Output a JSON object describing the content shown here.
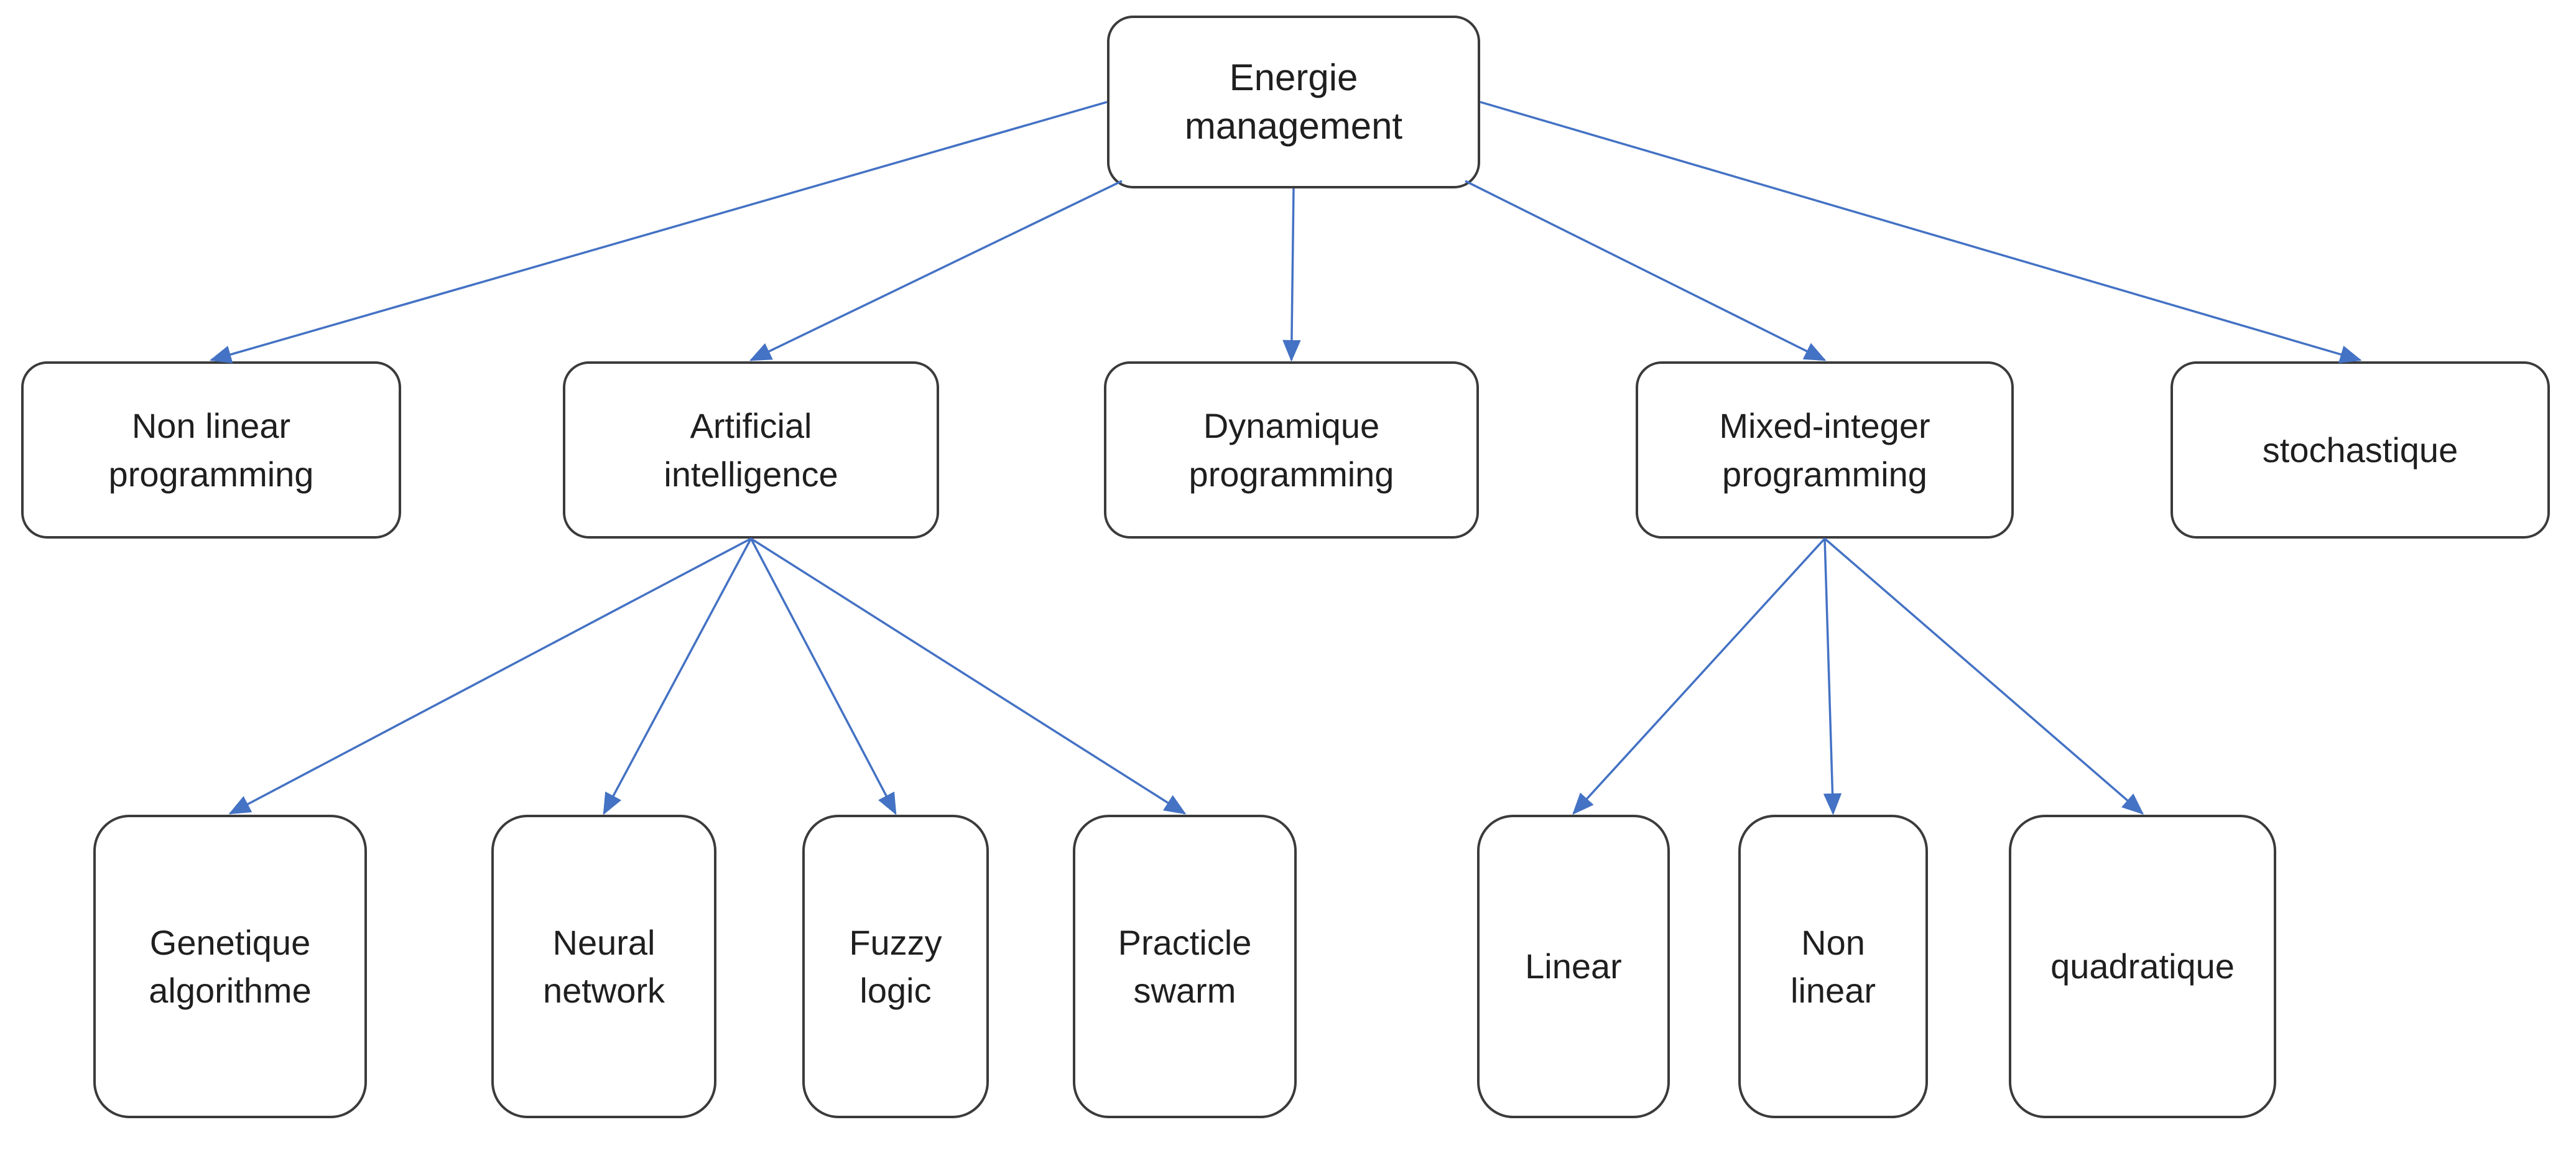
{
  "colors": {
    "arrow": "#4472C4",
    "box_border": "#3b3b3b",
    "box_fill": "#ffffff",
    "text": "#1f1f1f",
    "background": "#ffffff"
  },
  "nodes": {
    "root": {
      "id": "root",
      "label": "Energie\nmanagement"
    },
    "level2": [
      {
        "id": "nlp",
        "label": "Non linear\nprogramming"
      },
      {
        "id": "ai",
        "label": "Artificial\nintelligence"
      },
      {
        "id": "dyn",
        "label": "Dynamique\nprogramming"
      },
      {
        "id": "mip",
        "label": "Mixed-integer\nprogramming"
      },
      {
        "id": "sto",
        "label": "stochastique"
      }
    ],
    "level3": [
      {
        "id": "gen",
        "label": "Genetique\nalgorithme"
      },
      {
        "id": "neu",
        "label": "Neural\nnetwork"
      },
      {
        "id": "fuz",
        "label": "Fuzzy\nlogic"
      },
      {
        "id": "psw",
        "label": "Practicle\nswarm"
      },
      {
        "id": "lin",
        "label": "Linear"
      },
      {
        "id": "nl2",
        "label": "Non\nlinear"
      },
      {
        "id": "qua",
        "label": "quadratique"
      }
    ]
  },
  "edges": [
    {
      "from": "root",
      "to": "nlp",
      "fromAnchor": "left"
    },
    {
      "from": "root",
      "to": "ai",
      "fromAnchor": "bottomleft"
    },
    {
      "from": "root",
      "to": "dyn",
      "fromAnchor": "bottom"
    },
    {
      "from": "root",
      "to": "mip",
      "fromAnchor": "bottomright"
    },
    {
      "from": "root",
      "to": "sto",
      "fromAnchor": "right"
    },
    {
      "from": "ai",
      "to": "gen",
      "fromAnchor": "bottom"
    },
    {
      "from": "ai",
      "to": "neu",
      "fromAnchor": "bottom"
    },
    {
      "from": "ai",
      "to": "fuz",
      "fromAnchor": "bottom"
    },
    {
      "from": "ai",
      "to": "psw",
      "fromAnchor": "bottom"
    },
    {
      "from": "mip",
      "to": "lin",
      "fromAnchor": "bottom"
    },
    {
      "from": "mip",
      "to": "nl2",
      "fromAnchor": "bottom"
    },
    {
      "from": "mip",
      "to": "qua",
      "fromAnchor": "bottom"
    }
  ]
}
